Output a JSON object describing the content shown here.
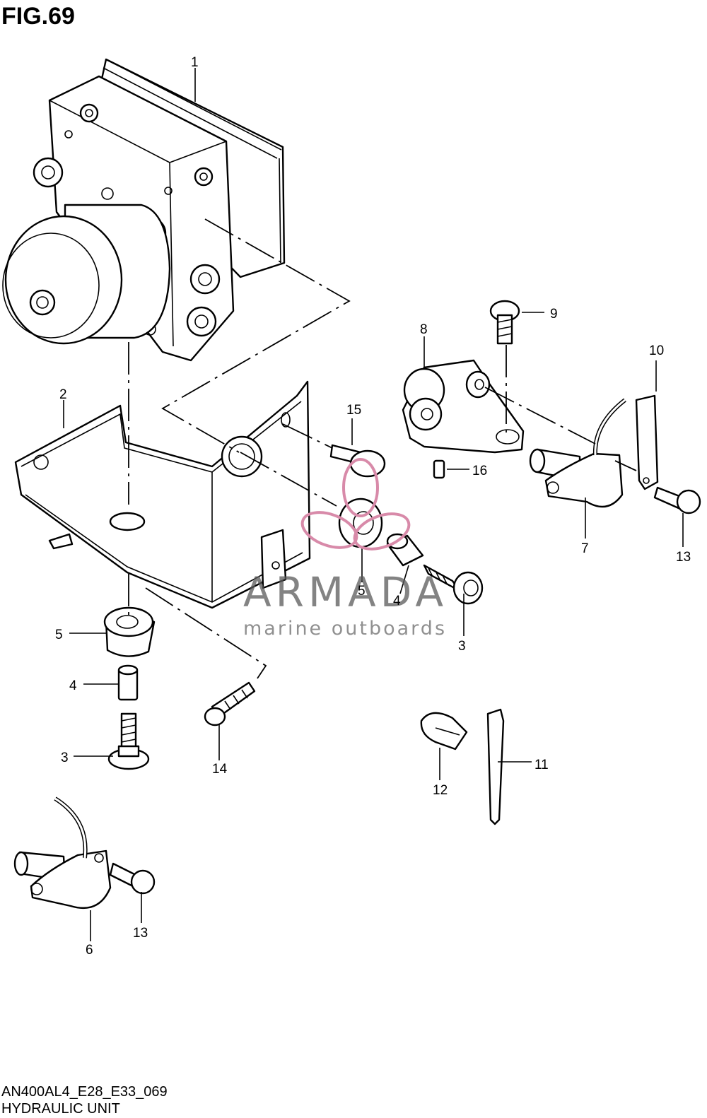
{
  "figure": {
    "title": "FIG.69",
    "footer_code": "AN400AL4_E28_E33_069",
    "footer_name": "HYDRAULIC UNIT"
  },
  "watermark": {
    "brand": "ARMADA",
    "tagline": "marine outboards",
    "logo_color": "#d88aa9"
  },
  "callouts": [
    "1",
    "2",
    "3",
    "3",
    "4",
    "4",
    "5",
    "5",
    "6",
    "7",
    "8",
    "9",
    "10",
    "11",
    "12",
    "13",
    "13",
    "14",
    "15",
    "16"
  ]
}
